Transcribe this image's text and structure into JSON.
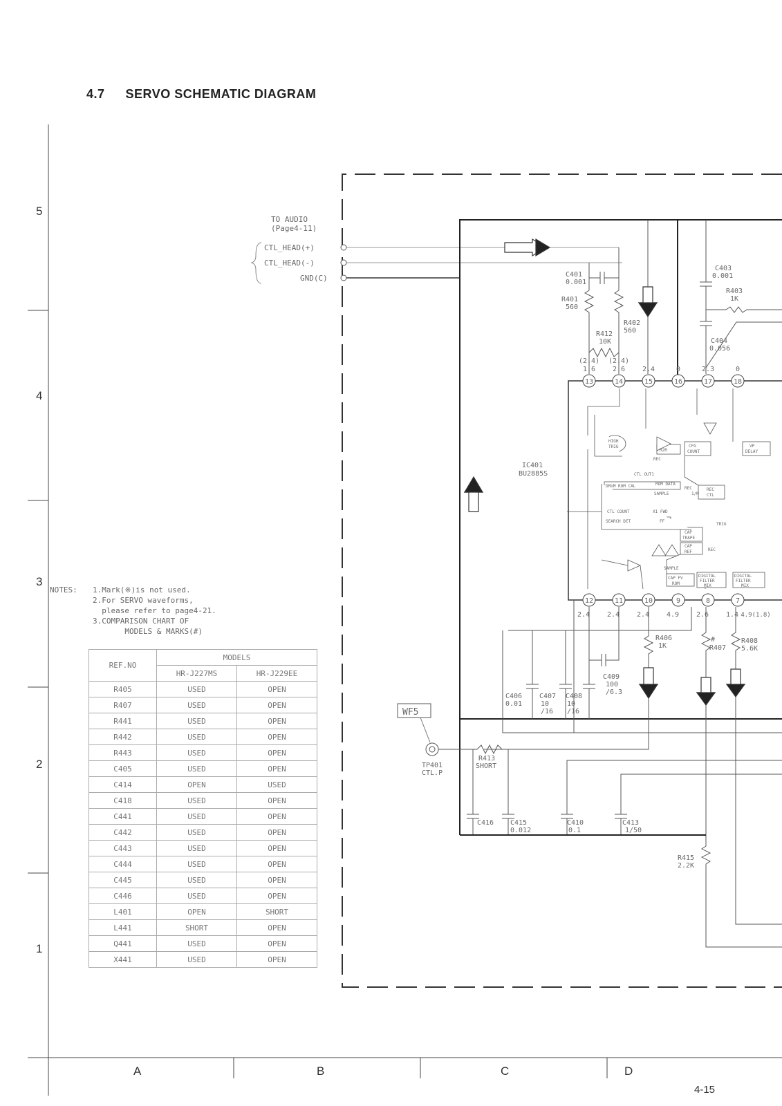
{
  "title": {
    "section": "4.7",
    "text": "SERVO SCHEMATIC DIAGRAM"
  },
  "grid": {
    "rows": [
      "5",
      "4",
      "3",
      "2",
      "1"
    ],
    "columns": [
      "A",
      "B",
      "C",
      "D"
    ]
  },
  "page_number": "4-15",
  "notes": {
    "label": "NOTES:",
    "lines": [
      "1.Mark(※)is not used.",
      "2.For SERVO waveforms,",
      "  please refer to page4-21.",
      "3.COMPARISON CHART OF",
      "       MODELS & MARKS(#)"
    ]
  },
  "comparison_chart": {
    "ref_header": "REF.NO",
    "models_header": "MODELS",
    "models": [
      "HR-J227MS",
      "HR-J229EE"
    ],
    "rows": [
      [
        "R405",
        "USED",
        "OPEN"
      ],
      [
        "R407",
        "USED",
        "OPEN"
      ],
      [
        "R441",
        "USED",
        "OPEN"
      ],
      [
        "R442",
        "USED",
        "OPEN"
      ],
      [
        "R443",
        "USED",
        "OPEN"
      ],
      [
        "C405",
        "USED",
        "OPEN"
      ],
      [
        "C414",
        "OPEN",
        "USED"
      ],
      [
        "C418",
        "USED",
        "OPEN"
      ],
      [
        "C441",
        "USED",
        "OPEN"
      ],
      [
        "C442",
        "USED",
        "OPEN"
      ],
      [
        "C443",
        "USED",
        "OPEN"
      ],
      [
        "C444",
        "USED",
        "OPEN"
      ],
      [
        "C445",
        "USED",
        "OPEN"
      ],
      [
        "C446",
        "USED",
        "OPEN"
      ],
      [
        "L401",
        "OPEN",
        "SHORT"
      ],
      [
        "L441",
        "SHORT",
        "OPEN"
      ],
      [
        "Q441",
        "USED",
        "OPEN"
      ],
      [
        "X441",
        "USED",
        "OPEN"
      ]
    ]
  },
  "connector": {
    "to": "TO AUDIO",
    "page": "(Page4-11)",
    "pins": [
      "CTL_HEAD(+)",
      "CTL_HEAD(-)",
      "GND(C)"
    ]
  },
  "ic": {
    "ref": "IC401",
    "part": "BU2885S"
  },
  "pins_top": [
    {
      "pin": "13",
      "v1": "(2.4)",
      "v2": "1.6"
    },
    {
      "pin": "14",
      "v1": "(2.4)",
      "v2": "2.6"
    },
    {
      "pin": "15",
      "v1": "",
      "v2": "2.4"
    },
    {
      "pin": "16",
      "v1": "",
      "v2": "0"
    },
    {
      "pin": "17",
      "v1": "",
      "v2": "2.3"
    },
    {
      "pin": "18",
      "v1": "",
      "v2": "0"
    }
  ],
  "pins_bottom": [
    {
      "pin": "12",
      "v1": "2.4",
      "v2": ""
    },
    {
      "pin": "11",
      "v1": "2.4",
      "v2": ""
    },
    {
      "pin": "10",
      "v1": "2.4",
      "v2": ""
    },
    {
      "pin": "9",
      "v1": "4.9",
      "v2": ""
    },
    {
      "pin": "8",
      "v1": "2.6",
      "v2": ""
    },
    {
      "pin": "7",
      "v1": "1.4",
      "v2": "4.9(1.8)"
    }
  ],
  "components": {
    "c401": [
      "C401",
      "0.001"
    ],
    "r401": [
      "R401",
      "560"
    ],
    "r402": [
      "R402",
      "560"
    ],
    "r412": [
      "R412",
      "10K"
    ],
    "c403": [
      "C403",
      "0.001"
    ],
    "r403": [
      "R403",
      "1K"
    ],
    "c404": [
      "C404",
      "0.056"
    ],
    "r406": [
      "R406",
      "1K"
    ],
    "r407": [
      "#",
      "R407"
    ],
    "r408": [
      "R408",
      "5.6K"
    ],
    "c409": [
      "C409",
      "100",
      "/6.3"
    ],
    "c406": [
      "C406",
      "0.01"
    ],
    "c407": [
      "C407",
      "10",
      "/16"
    ],
    "c408": [
      "C408",
      "10",
      "/16"
    ],
    "r413": [
      "R413",
      "SHORT"
    ],
    "tp401": [
      "TP401",
      "CTL.P"
    ],
    "wf": "WF5",
    "c416": "C416",
    "c415": [
      "C415",
      "0.012"
    ],
    "c410": [
      "C410",
      "0.1"
    ],
    "c413": [
      "C413",
      "1/50"
    ],
    "r415": [
      "R415",
      "2.2K"
    ]
  },
  "blocks": {
    "high_trig": [
      "HIGH",
      "TRIG"
    ],
    "r2r": "R2R",
    "cfg_count": [
      "CFG",
      "COUNT"
    ],
    "vp_delay": [
      "VP",
      "DELAY"
    ],
    "ctl_out": "CTL OUT1",
    "rec1": "REC",
    "drum_rom": "DRUM ROM CAL",
    "rom_data": "ROM DATA",
    "sample1": "SAMPLE",
    "rec2": "REC",
    "m1": "1/M",
    "rec_ctl": [
      "REC",
      "CTL"
    ],
    "ctl_count": "CTL COUNT",
    "x1fwd": "X1 FWD",
    "search_det": "SEARCH DET",
    "ff": "FF",
    "trig": "TRIG",
    "cap_trape": [
      "CAP",
      "TRAPE"
    ],
    "cap_ref": [
      "CAP",
      "REF"
    ],
    "rec3": "REC",
    "sample2": "SAMPLE",
    "cap_fv_rom": [
      "CAP FV",
      "ROM"
    ],
    "dig1": [
      "DIGITAL",
      "FILTER",
      "MIX"
    ],
    "dig2": [
      "DIGITAL",
      "FILTER",
      "MIX"
    ]
  }
}
